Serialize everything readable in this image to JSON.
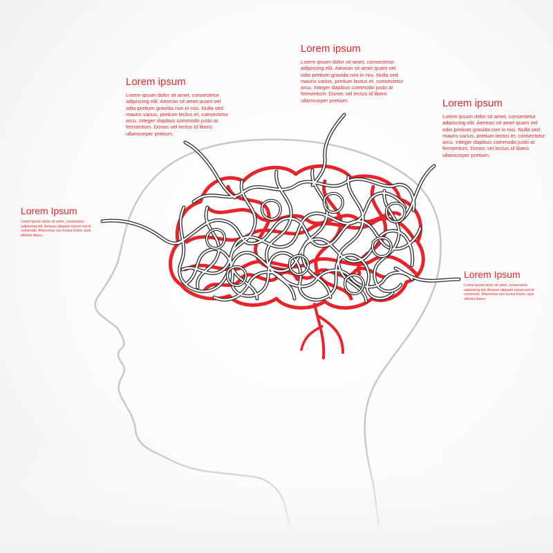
{
  "colors": {
    "accent_red": "#e8232a",
    "wire_dark": "#2a2a2a",
    "wire_light": "#ffffff",
    "head_outline": "#c8c8c8"
  },
  "callouts": {
    "top": {
      "title": "Lorem ipsum",
      "body": "Lorem ipsum dolor sit amet, consectetur adipiscing elit. Aenean sit amet quam vel odio pretium gravida non in nisi. Nulla sed mauris varius, pretium lectus et, consectetur arcu. Integer dapibus commodo justo at fermentum. Donec vel lectus id libero ullamcorper pretium."
    },
    "left": {
      "title": "Lorem ipsum",
      "body": "Lorem ipsum dolor sit amet, consectetur adipiscing elit. Aenean sit amet quam vel odio pretium gravida non in nisi. Nulla sed mauris varius, pretium lectus et, consectetur arcu. Integer dapibus commodo justo at fermentum. Donec vel lectus id libero ullamcorper pretium."
    },
    "right": {
      "title": "Lorem ipsum",
      "body": "Lorem ipsum dolor sit amet, consectetur adipiscing elit. Aenean sit amet quam vel odio pretium gravida non in nisi. Nulla sed mauris varius, pretium lectus et, consectetur arcu. Integer dapibus commodo justo at fermentum. Donec vel lectus id libero ullamcorper pretium."
    },
    "side_left": {
      "title": "Lorem Ipsum",
      "body": "Lorem ipsum dolor sit amet, consectetur adipiscing elit. Aenean aliquam rutrum est id commodo. Maecenas nec luctus lorem, quis efficitur libero."
    },
    "side_right": {
      "title": "Lorem Ipsum",
      "body": "Lorem ipsum dolor sit amet, consectetur adipiscing elit. Aenean aliquam rutrum est id commodo. Maecenas nec luctus lorem, quis efficitur libero."
    }
  }
}
